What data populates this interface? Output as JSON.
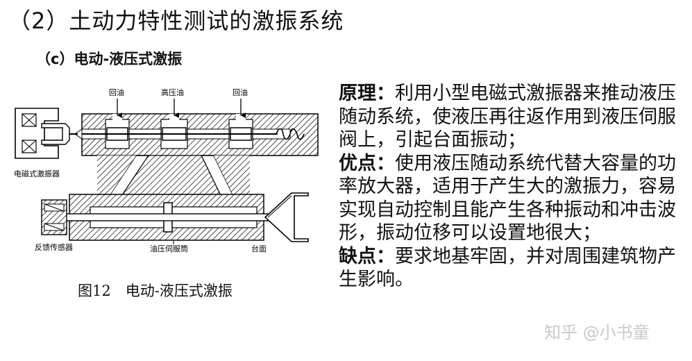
{
  "title": "（2）土动力特性测试的激振系统",
  "subtitle": "（c）电动-液压式激振",
  "diagram": {
    "labels": {
      "return_oil_left": "回油",
      "high_pressure_oil": "高压油",
      "return_oil_right": "回油",
      "electromagnetic_exciter": "电磁式激振器",
      "feedback_sensor": "反馈传感器",
      "servo_cylinder": "油压伺服筒",
      "table": "台面"
    }
  },
  "caption": "图12　电动-液压式激振",
  "paragraphs": [
    {
      "key": "原理：",
      "text": "利用小型电磁式激振器来推动液压随动系统，使液压再往返作用到液压伺服阀上，引起台面振动；"
    },
    {
      "key": "优点：",
      "text": "使用液压随动系统代替大容量的功率放大器，适用于产生大的激振力，容易实现自动控制且能产生各种振动和冲击波形，振动位移可以设置地很大；"
    },
    {
      "key": "缺点：",
      "text": "要求地基牢固，并对周围建筑物产生影响。"
    }
  ],
  "watermark": "知乎 @小书童"
}
